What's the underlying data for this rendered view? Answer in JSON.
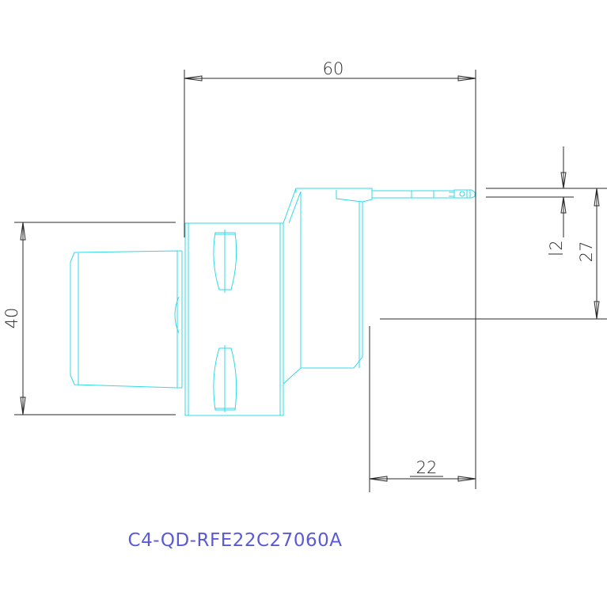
{
  "drawing": {
    "part_code": "C4-QD-RFE22C27060A",
    "dimensions": {
      "overall_length": "60",
      "clamping_height": "40",
      "tip_offset": "2",
      "height": "27",
      "min_bore_length": "22"
    },
    "colors": {
      "background": "#ffffff",
      "dimension_lines": "#2a2a2a",
      "part_outline": "#30d8e8",
      "part_code_text": "#5a5ad8"
    }
  }
}
